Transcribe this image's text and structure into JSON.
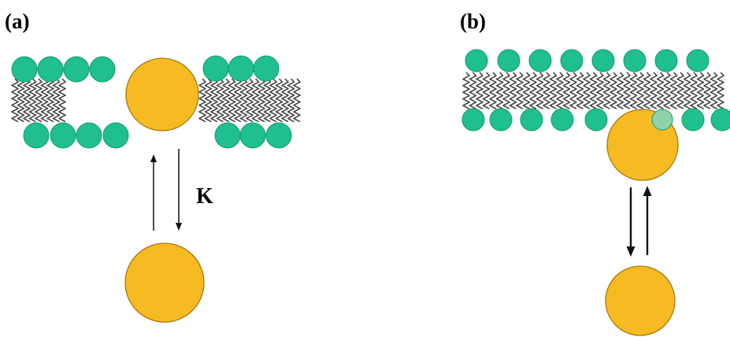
{
  "panels": [
    {
      "label": "(a)",
      "arrow_label": "K"
    },
    {
      "label": "(b)"
    }
  ],
  "colors": {
    "head": "#1fbf8f",
    "head_stroke": "#159a70",
    "particle": "#f6bb22",
    "particle_stroke": "#a9790c",
    "tail": "#444444",
    "arrow": "#111111",
    "embedded_head": "#8fd3a8"
  },
  "icons": {
    "lipid_head": "circle",
    "lipid_tail": "zigzag",
    "particle": "circle",
    "equilibrium_arrows": "double-arrow"
  }
}
